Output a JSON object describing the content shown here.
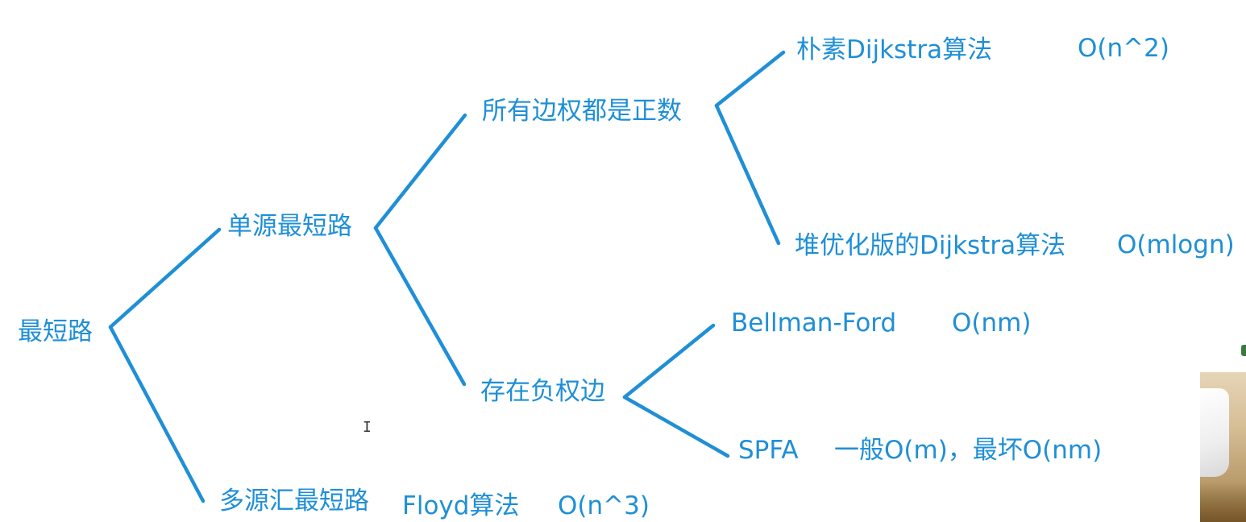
{
  "diagram": {
    "line_color": "#1f8fd6",
    "text_color": "#1f8fd6",
    "nodes": {
      "root": "最短路",
      "single_source": "单源最短路",
      "multi_source": "多源汇最短路",
      "all_positive": "所有边权都是正数",
      "negative_edges": "存在负权边"
    },
    "algorithms": {
      "naive_dijkstra": {
        "name": "朴素Dijkstra算法",
        "complexity": "O(n^2)"
      },
      "heap_dijkstra": {
        "name": "堆优化版的Dijkstra算法",
        "complexity": "O(mlogn)"
      },
      "bellman_ford": {
        "name": "Bellman-Ford",
        "complexity": "O(nm)"
      },
      "spfa": {
        "name": "SPFA",
        "complexity": "一般O(m)，最坏O(nm)"
      },
      "floyd": {
        "name": "Floyd算法",
        "complexity": "O(n^3)"
      }
    }
  },
  "text_cursor_glyph": "I"
}
